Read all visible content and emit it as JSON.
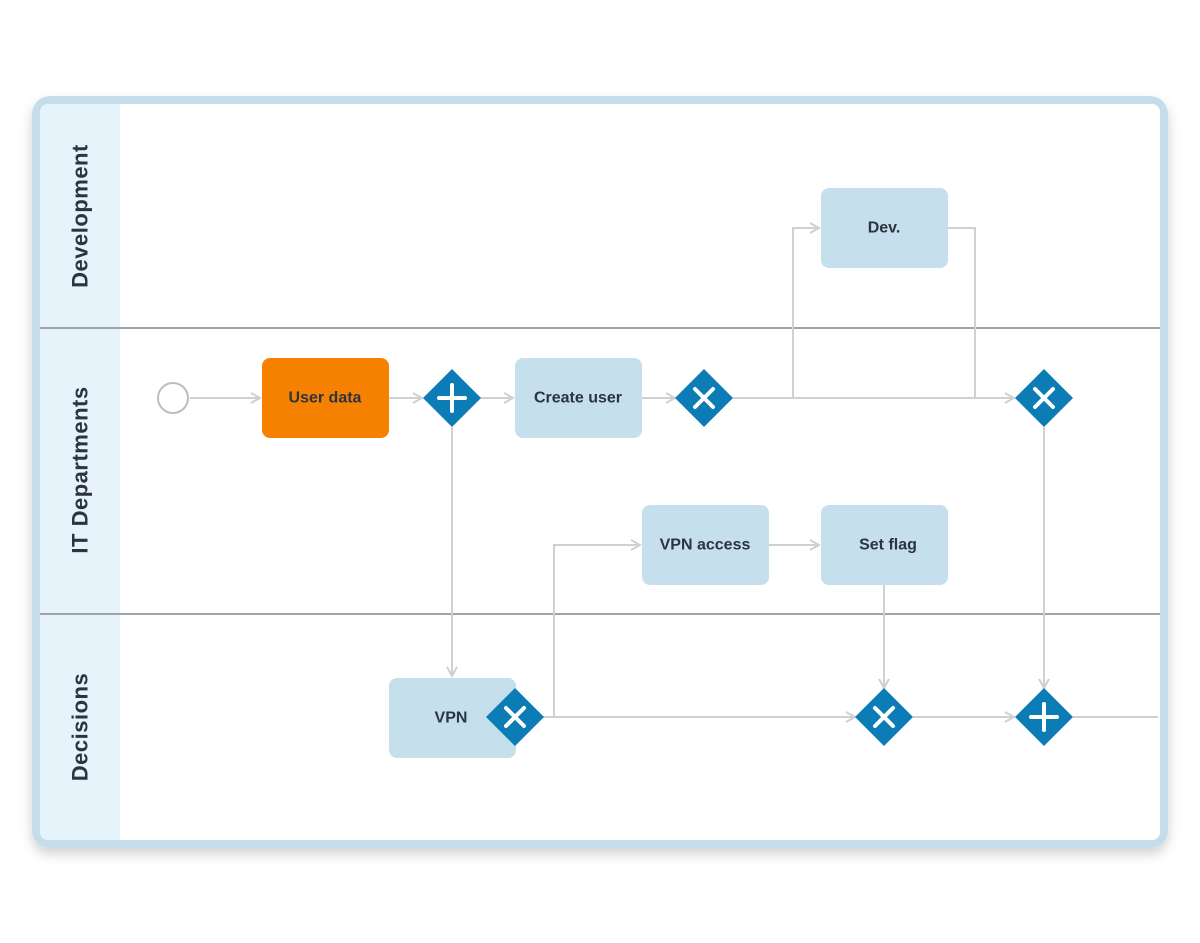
{
  "colors": {
    "pool_border": "#c5dcea",
    "lane_header": "#e6f3fb",
    "lane_divider": "#a3a3a3",
    "task_fill": "#c5dfec",
    "task_highlight": "#f68100",
    "gateway_fill": "#0c7cb6",
    "flow_line": "#d0d0d0"
  },
  "lanes": [
    {
      "id": "development",
      "label": "Development"
    },
    {
      "id": "it-departments",
      "label": "IT Departments"
    },
    {
      "id": "decisions",
      "label": "Decisions"
    }
  ],
  "events": [
    {
      "id": "start",
      "type": "start-event",
      "lane": "it-departments"
    }
  ],
  "tasks": [
    {
      "id": "user-data",
      "label": "User data",
      "lane": "it-departments",
      "highlighted": true
    },
    {
      "id": "create-user",
      "label": "Create user",
      "lane": "it-departments",
      "highlighted": false
    },
    {
      "id": "dev",
      "label": "Dev.",
      "lane": "development",
      "highlighted": false
    },
    {
      "id": "vpn-access",
      "label": "VPN access",
      "lane": "it-departments",
      "highlighted": false
    },
    {
      "id": "set-flag",
      "label": "Set flag",
      "lane": "it-departments",
      "highlighted": false
    },
    {
      "id": "vpn",
      "label": "VPN",
      "lane": "decisions",
      "highlighted": false
    }
  ],
  "gateways": [
    {
      "id": "parallel-split",
      "type": "parallel",
      "icon": "plus-icon",
      "lane": "it-departments"
    },
    {
      "id": "exclusive-after-create",
      "type": "exclusive",
      "icon": "x-icon",
      "lane": "it-departments"
    },
    {
      "id": "exclusive-merge-top",
      "type": "exclusive",
      "icon": "x-icon",
      "lane": "it-departments"
    },
    {
      "id": "exclusive-vpn",
      "type": "exclusive",
      "icon": "x-icon",
      "lane": "decisions"
    },
    {
      "id": "exclusive-merge-bottom",
      "type": "exclusive",
      "icon": "x-icon",
      "lane": "decisions"
    },
    {
      "id": "parallel-join",
      "type": "parallel",
      "icon": "plus-icon",
      "lane": "decisions"
    }
  ],
  "flows": [
    {
      "from": "start",
      "to": "user-data"
    },
    {
      "from": "user-data",
      "to": "parallel-split"
    },
    {
      "from": "parallel-split",
      "to": "create-user"
    },
    {
      "from": "create-user",
      "to": "exclusive-after-create"
    },
    {
      "from": "exclusive-after-create",
      "to": "dev"
    },
    {
      "from": "exclusive-after-create",
      "to": "exclusive-merge-top"
    },
    {
      "from": "dev",
      "to": "exclusive-merge-top"
    },
    {
      "from": "parallel-split",
      "to": "vpn"
    },
    {
      "from": "exclusive-vpn",
      "to": "vpn-access"
    },
    {
      "from": "exclusive-vpn",
      "to": "exclusive-merge-bottom"
    },
    {
      "from": "vpn-access",
      "to": "set-flag"
    },
    {
      "from": "set-flag",
      "to": "exclusive-merge-bottom"
    },
    {
      "from": "exclusive-merge-bottom",
      "to": "parallel-join"
    },
    {
      "from": "exclusive-merge-top",
      "to": "parallel-join"
    }
  ]
}
